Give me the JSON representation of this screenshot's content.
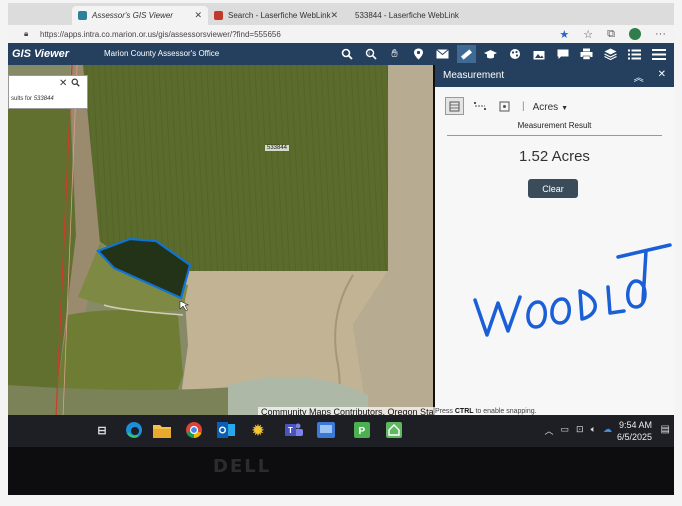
{
  "browser": {
    "tabs": [
      {
        "title": "Assessor's GIS Viewer",
        "active": true
      },
      {
        "title": "Search - Laserfiche WebLink",
        "active": false
      },
      {
        "title": "533844 - Laserfiche WebLink",
        "active": false
      }
    ],
    "url": "https://apps.intra.co.marion.or.us/gis/assessorsviewer/?find=555656"
  },
  "app": {
    "title": "GIS Viewer",
    "office": "Marion County Assessor's Office",
    "tools": [
      "search-icon",
      "identify-icon",
      "select-icon",
      "location-icon",
      "email-icon",
      "measure-icon",
      "education-icon",
      "layers-color-icon",
      "image-icon",
      "comment-icon",
      "print-icon",
      "stack-icon",
      "list-icon",
      "menu-icon"
    ]
  },
  "map": {
    "results_prefix": "sults for",
    "results_id": "533844",
    "parcel_label": "533844",
    "attribution": "Community Maps Contributors, Oregon Sta"
  },
  "measure": {
    "title": "Measurement",
    "unit": "Acres",
    "result_label": "Measurement Result",
    "result_value": "1.52 Acres",
    "clear_label": "Clear",
    "snap_prefix": "Press",
    "snap_key": "CTRL",
    "snap_suffix": "to enable snapping.",
    "annotation": "WOODLOT",
    "annotation_color": "#1a5fd8"
  },
  "taskbar": {
    "time": "9:54 AM",
    "date": "6/5/2025"
  },
  "device": {
    "logo": "DELL"
  }
}
